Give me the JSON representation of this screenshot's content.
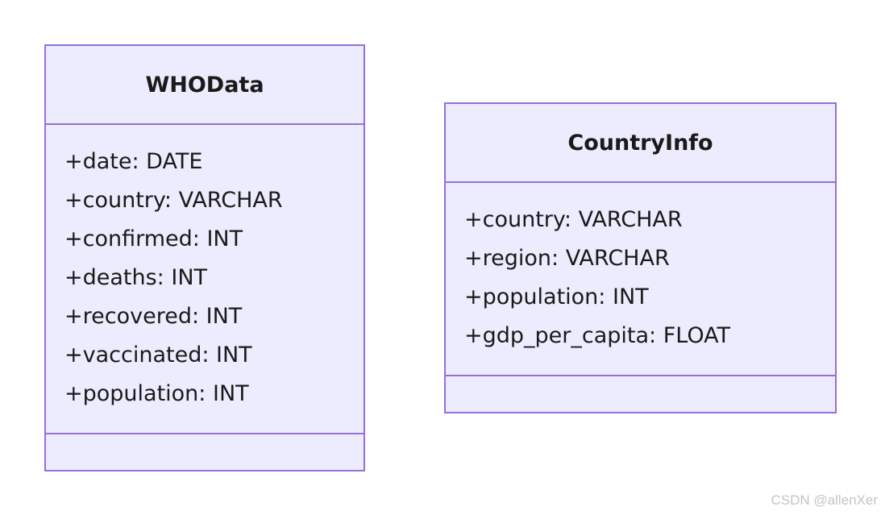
{
  "classes": [
    {
      "name": "WHOData",
      "attributes": [
        "+date: DATE",
        "+country: VARCHAR",
        "+confirmed: INT",
        "+deaths: INT",
        "+recovered: INT",
        "+vaccinated: INT",
        "+population: INT"
      ]
    },
    {
      "name": "CountryInfo",
      "attributes": [
        "+country: VARCHAR",
        "+region: VARCHAR",
        "+population: INT",
        "+gdp_per_capita: FLOAT"
      ]
    }
  ],
  "watermark": "CSDN @allenXer",
  "colors": {
    "box_fill": "#ececfe",
    "box_border": "#9370db",
    "text": "#1a1a1a"
  }
}
